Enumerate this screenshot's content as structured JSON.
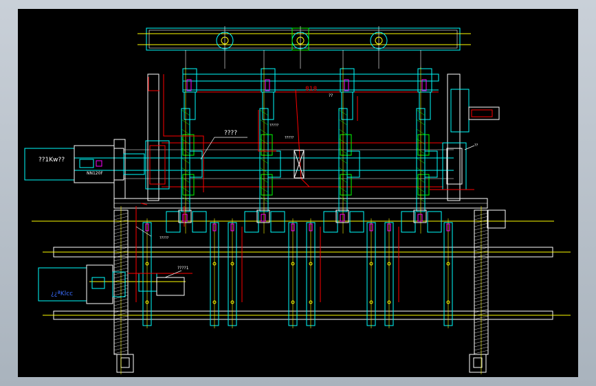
{
  "window": {
    "background": "#b9c2cb",
    "canvas_color": "#000000"
  },
  "labels": {
    "motor_top": "??1Kw??",
    "motor_top_model": "NN120F",
    "motor_bottom": "¿¿ªKlcc",
    "dim_818": "818",
    "note_center": "????",
    "note_a": "??",
    "note_b": "?????",
    "note_c": "?????",
    "note_d": "????1",
    "note_e": "?????",
    "note_right": "??"
  },
  "colors": {
    "cyan": "#00ffff",
    "white": "#ffffff",
    "red": "#ff0000",
    "yellow": "#ffff00",
    "green": "#00ff00",
    "magenta": "#ff00ff",
    "blue": "#3a6cff"
  }
}
